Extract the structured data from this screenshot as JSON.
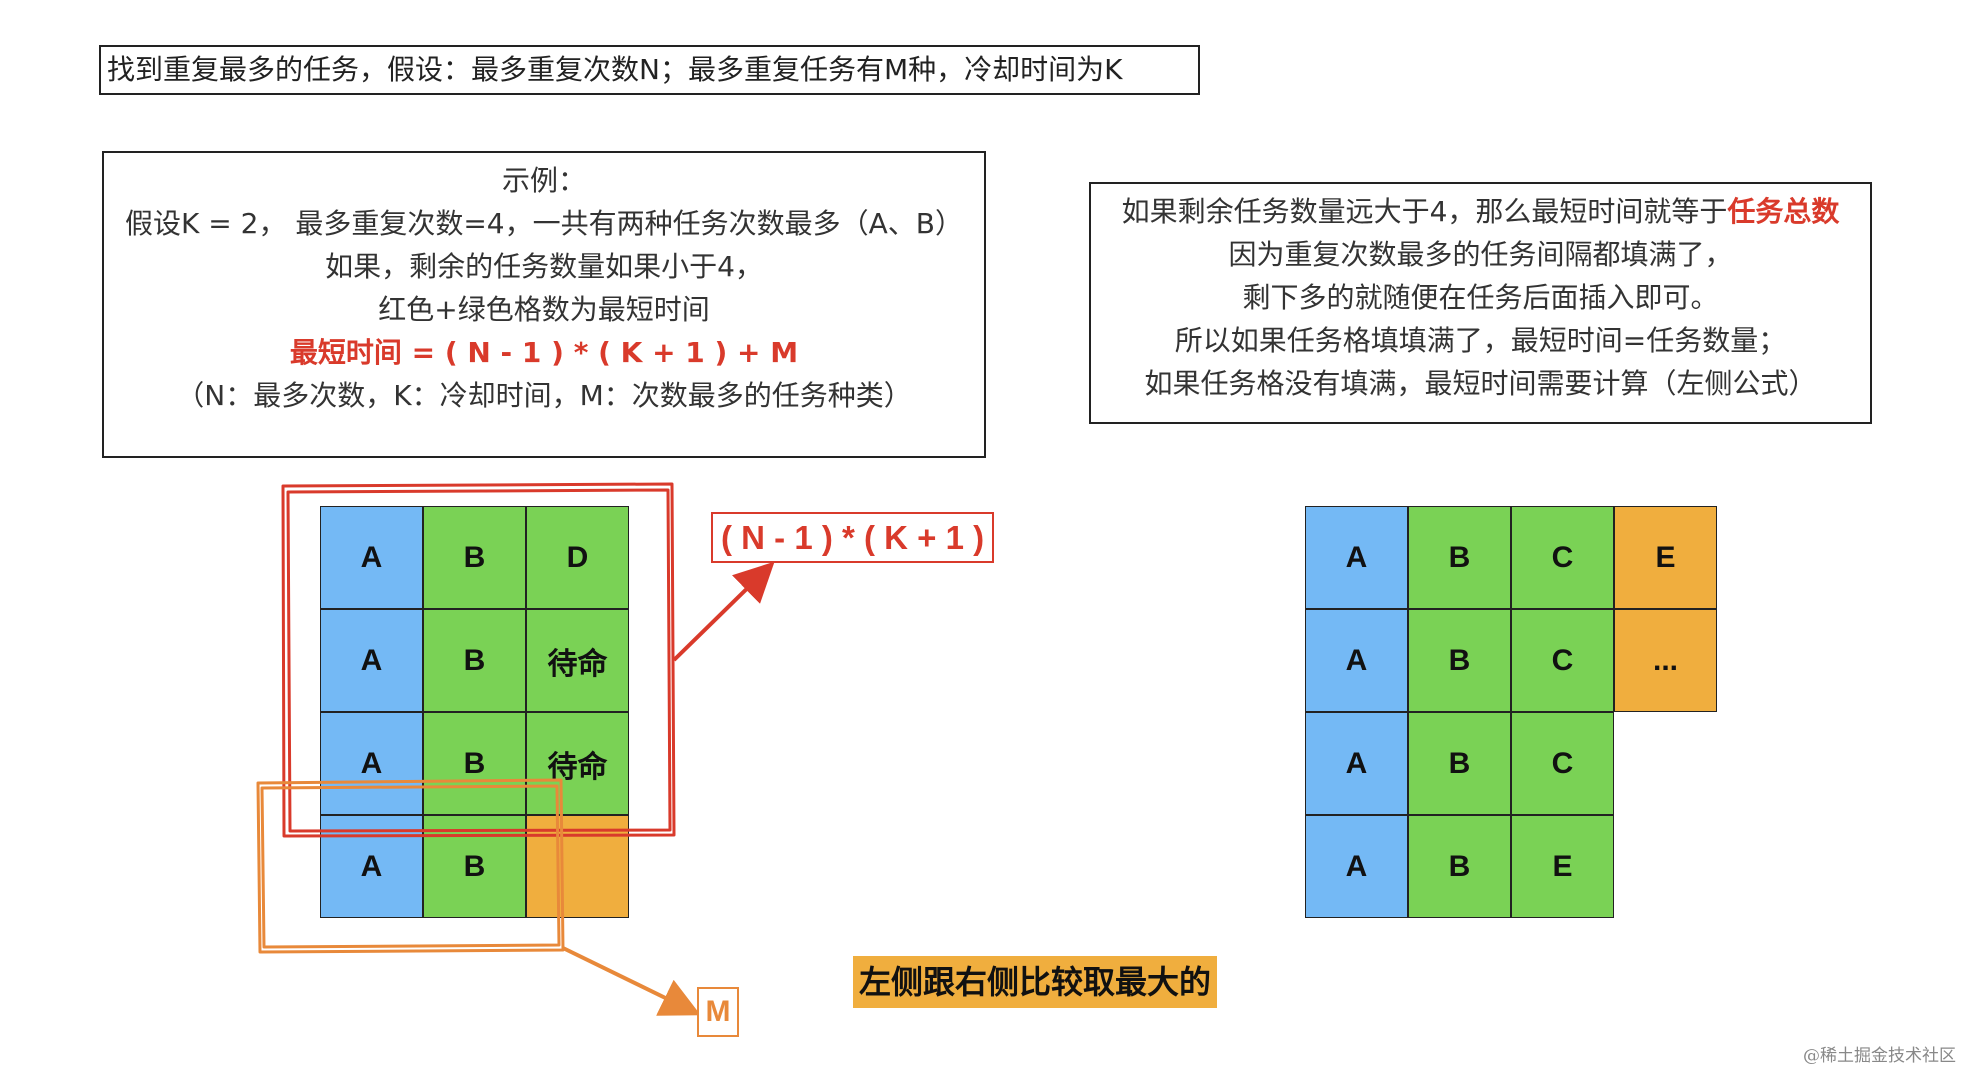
{
  "title_box": "找到重复最多的任务，假设：最多重复次数N；最多重复任务有M种，冷却时间为K",
  "example_box": {
    "lines": [
      "示例：",
      "假设K = 2， 最多重复次数=4，一共有两种任务次数最多（A、B）",
      "如果，剩余的任务数量如果小于4，",
      "红色+绿色格数为最短时间"
    ],
    "formula": "最短时间 = ( N - 1 ) * ( K + 1 ) + M",
    "note": "（N：最多次数，K：冷却时间，M：次数最多的任务种类）"
  },
  "right_box": {
    "line1_prefix": "如果剩余任务数量远大于4，那么最短时间就等于",
    "line1_highlight": "任务总数",
    "lines": [
      "因为重复次数最多的任务间隔都填满了，",
      "剩下多的就随便在任务后面插入即可。",
      "所以如果任务格填填满了，最短时间=任务数量；",
      "如果任务格没有填满，最短时间需要计算（左侧公式）"
    ]
  },
  "left_grid": {
    "rows": [
      [
        {
          "text": "A",
          "color": "blue"
        },
        {
          "text": "B",
          "color": "green"
        },
        {
          "text": "D",
          "color": "green"
        }
      ],
      [
        {
          "text": "A",
          "color": "blue"
        },
        {
          "text": "B",
          "color": "green"
        },
        {
          "text": "待命",
          "color": "green"
        }
      ],
      [
        {
          "text": "A",
          "color": "blue"
        },
        {
          "text": "B",
          "color": "green"
        },
        {
          "text": "待命",
          "color": "green"
        }
      ],
      [
        {
          "text": "A",
          "color": "blue"
        },
        {
          "text": "B",
          "color": "green"
        },
        {
          "text": "",
          "color": "orange"
        }
      ]
    ]
  },
  "right_grid": {
    "rows": [
      [
        {
          "text": "A",
          "color": "blue"
        },
        {
          "text": "B",
          "color": "green"
        },
        {
          "text": "C",
          "color": "green"
        },
        {
          "text": "E",
          "color": "orange"
        }
      ],
      [
        {
          "text": "A",
          "color": "blue"
        },
        {
          "text": "B",
          "color": "green"
        },
        {
          "text": "C",
          "color": "green"
        },
        {
          "text": "...",
          "color": "orange"
        }
      ],
      [
        {
          "text": "A",
          "color": "blue"
        },
        {
          "text": "B",
          "color": "green"
        },
        {
          "text": "C",
          "color": "green"
        }
      ],
      [
        {
          "text": "A",
          "color": "blue"
        },
        {
          "text": "B",
          "color": "green"
        },
        {
          "text": "E",
          "color": "green"
        }
      ]
    ]
  },
  "formula_label": "( N - 1 ) * ( K + 1 )",
  "m_label": "M",
  "compare_label": "左侧跟右侧比较取最大的",
  "watermark": "@稀土掘金技术社区",
  "colors": {
    "blue": "#74b9f5",
    "green": "#7ad255",
    "orange": "#f0ae3e",
    "red": "#d93a2b",
    "orange_outline": "#e8893a"
  }
}
